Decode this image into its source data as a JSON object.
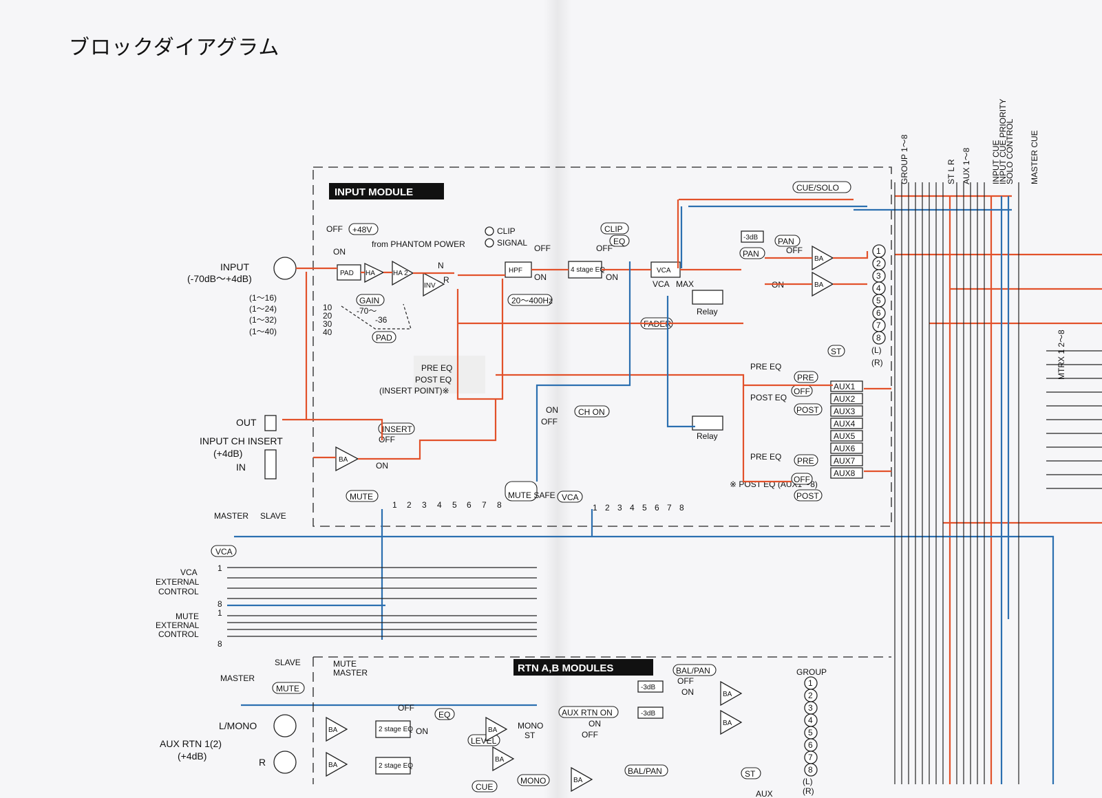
{
  "title": "ブロックダイアグラム",
  "input_module": {
    "header": "INPUT MODULE",
    "input_label": "INPUT",
    "input_range": "(-70dB～+4dB)",
    "channel_options": [
      "(1～16)",
      "(1～24)",
      "(1～32)",
      "(1～40)"
    ],
    "phantom": {
      "off": "OFF",
      "on": "ON",
      "v48": "+48V",
      "source": "from PHANTOM POWER"
    },
    "pad_label": "PAD",
    "pad_values": [
      "10",
      "20",
      "30",
      "40"
    ],
    "gain": {
      "label": "GAIN",
      "range_top": "-70～",
      "range_bottom": "-36"
    },
    "ha": "HA",
    "ha2": "HA 2",
    "inv": "INV",
    "phase": {
      "n": "N",
      "r": "R"
    },
    "clip": "CLIP",
    "signal": "SIGNAL",
    "hpf": {
      "label": "HPF",
      "off": "OFF",
      "on": "ON",
      "range": "20～400Hz"
    },
    "eq": {
      "label": "4 stage EQ",
      "off": "OFF",
      "on": "ON",
      "eq_pill": "EQ",
      "clip_pill": "CLIP"
    },
    "insert_point": {
      "pre": "PRE EQ",
      "post": "POST EQ",
      "note": "(INSERT POINT)※"
    },
    "vca": {
      "label": "VCA",
      "max": "MAX",
      "fader_label": "VCA",
      "fader_pill": "FADER"
    },
    "relay": "Relay",
    "pan": {
      "label": "PAN",
      "pill": "PAN",
      "off": "OFF",
      "on": "ON",
      "minus3": "-3dB"
    },
    "ba": "BA",
    "cue_solo": "CUE/SOLO",
    "groups": [
      "1",
      "2",
      "3",
      "4",
      "5",
      "6",
      "7",
      "8"
    ],
    "st": "ST",
    "lr": [
      "(L)",
      "(R)"
    ],
    "aux_sends": [
      "AUX1",
      "AUX2",
      "AUX3",
      "AUX4",
      "AUX5",
      "AUX6",
      "AUX7",
      "AUX8"
    ],
    "aux_pre_eq": "PRE EQ",
    "aux_post_eq": "POST EQ",
    "aux_pre": "PRE",
    "aux_off": "OFF",
    "aux_post": "POST",
    "aux_note": "※ POST EQ (AUX1～8)",
    "out_label": "OUT",
    "insert_label": "INPUT CH INSERT",
    "insert_level": "(+4dB)",
    "in_label": "IN",
    "insert_pill": "INSERT",
    "insert_off": "OFF",
    "insert_on": "ON",
    "ch_on": {
      "on": "ON",
      "off": "OFF",
      "pill": "CH ON"
    },
    "mute": "MUTE",
    "mute_safe": "MUTE SAFE",
    "vca_pill": "VCA",
    "numbers": [
      "1",
      "2",
      "3",
      "4",
      "5",
      "6",
      "7",
      "8"
    ]
  },
  "bus_labels": [
    "GROUP 1～8",
    "ST L R",
    "AUX 1～8",
    "INPUT CUE",
    "INPUT CUE PRIORITY",
    "SOLO CONTROL",
    "MASTER CUE"
  ],
  "mtrx": "MTRX 1 2～8",
  "external": {
    "master": "MASTER",
    "slave": "SLAVE",
    "vca_pill": "VCA",
    "vca_ext": [
      "VCA",
      "EXTERNAL",
      "CONTROL"
    ],
    "mute_ext": [
      "MUTE",
      "EXTERNAL",
      "CONTROL"
    ],
    "one": "1",
    "eight": "8"
  },
  "rtn_module": {
    "header": "RTN A,B MODULES",
    "master": "MASTER",
    "slave": "SLAVE",
    "mute_pill": "MUTE",
    "mute_master": [
      "MUTE",
      "MASTER"
    ],
    "l_mono": "L/MONO",
    "r": "R",
    "aux_rtn": "AUX RTN 1(2)",
    "aux_rtn_level": "(+4dB)",
    "ba": "BA",
    "eq2": "2 stage EQ",
    "eq_pill": "EQ",
    "off": "OFF",
    "on": "ON",
    "level": "LEVEL",
    "mono_st": [
      "MONO",
      "ST"
    ],
    "mono_pill": "MONO",
    "cue_pill": "CUE",
    "aux_rtn_on": "AUX RTN ON",
    "minus3": "-3dB",
    "bal_pan": "BAL/PAN",
    "group": "GROUP",
    "groups": [
      "1",
      "2",
      "3",
      "4",
      "5",
      "6",
      "7",
      "8"
    ],
    "st_pill": "ST",
    "lr": [
      "(L)",
      "(R)"
    ],
    "aux": "AUX"
  },
  "colors": {
    "signal_red": "#e2512a",
    "control_blue": "#2b6fb0",
    "ink": "#111111"
  }
}
